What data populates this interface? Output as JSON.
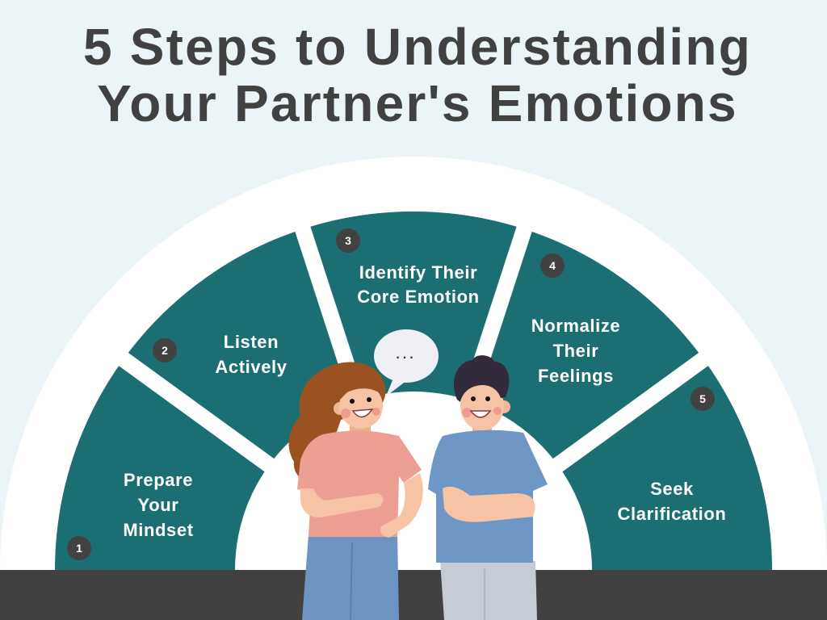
{
  "title": {
    "line1": "5 Steps to Understanding",
    "line2": "Your Partner's Emotions"
  },
  "steps": [
    {
      "number": "1",
      "lines": [
        "Prepare",
        "Your",
        "Mindset"
      ]
    },
    {
      "number": "2",
      "lines": [
        "Listen",
        "Actively"
      ]
    },
    {
      "number": "3",
      "lines": [
        "Identify Their",
        "Core Emotion"
      ]
    },
    {
      "number": "4",
      "lines": [
        "Normalize",
        "Their",
        "Feelings"
      ]
    },
    {
      "number": "5",
      "lines": [
        "Seek",
        "Clarification"
      ]
    }
  ],
  "speech_bubble": {
    "text": "..."
  },
  "colors": {
    "background": "#EBF4F6",
    "segment": "#1B6E72",
    "badge": "#414141",
    "title": "#414141",
    "ground": "#414141"
  }
}
